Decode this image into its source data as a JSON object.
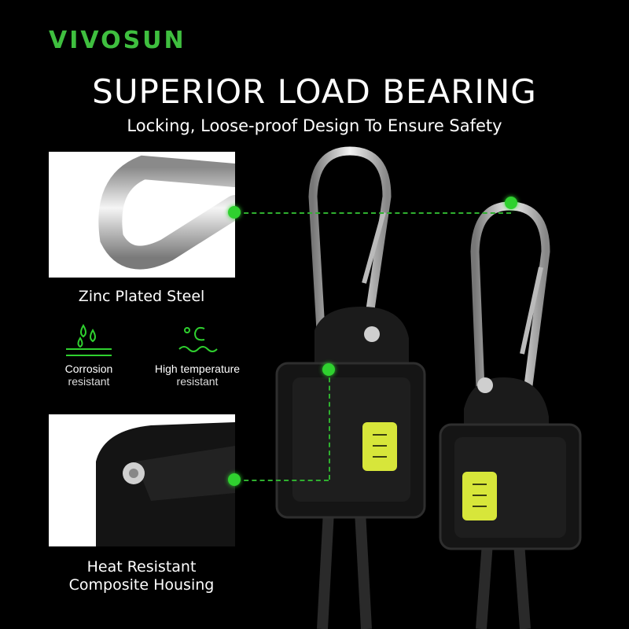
{
  "brand": {
    "logo_text": "VIVOSUN"
  },
  "header": {
    "title": "SUPERIOR LOAD BEARING",
    "subtitle": "Locking, Loose-proof Design To Ensure Safety"
  },
  "callouts": {
    "top_label": "Zinc Plated Steel",
    "bottom_label_line1": "Heat Resistant",
    "bottom_label_line2": "Composite Housing"
  },
  "features": [
    {
      "line1": "Corrosion",
      "line2": "resistant",
      "icon": "water-drops-icon"
    },
    {
      "line1": "High temperature",
      "line2": "resistant",
      "icon": "temperature-icon"
    }
  ],
  "colors": {
    "accent": "#3fbf3f",
    "background": "#000000",
    "button_yellow": "#d7e63a"
  }
}
